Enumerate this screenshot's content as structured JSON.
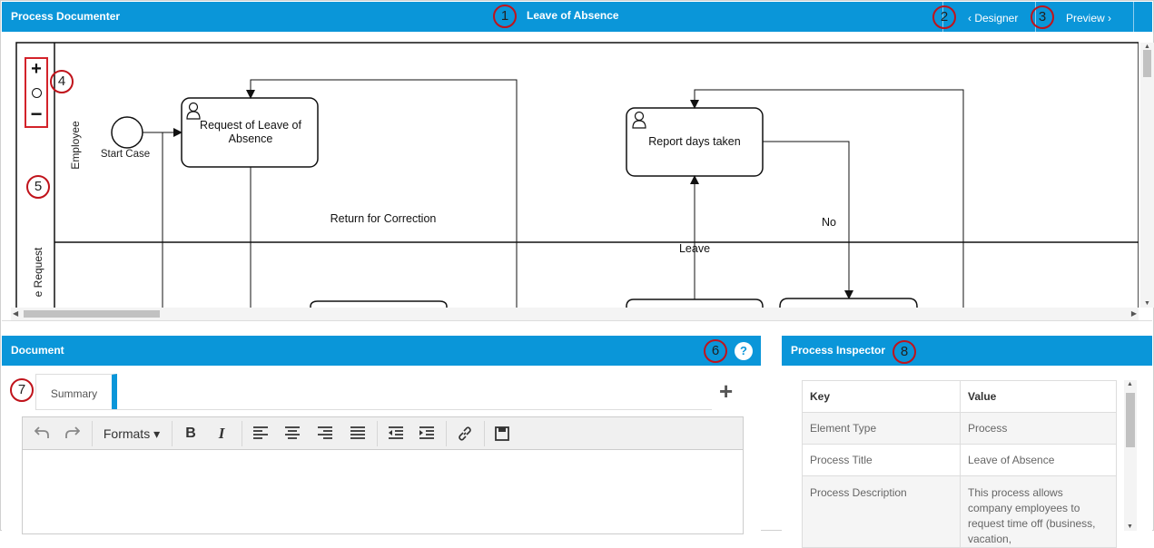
{
  "app": {
    "title": "Process Documenter",
    "process_title": "Leave of Absence"
  },
  "nav": {
    "designer_label": "‹ Designer",
    "preview_label": "Preview ›"
  },
  "callouts": [
    "1",
    "2",
    "3",
    "4",
    "5",
    "6",
    "7",
    "8"
  ],
  "diagram": {
    "lanes": [
      "Employee",
      "e Request"
    ],
    "start_event_label": "Start Case",
    "tasks": {
      "request_leave": "Request of Leave of Absence",
      "report_days": "Report days taken"
    },
    "flow_labels": {
      "return": "Return for Correction",
      "no": "No",
      "leave": "Leave"
    },
    "zoom_controls": [
      "zoom-in",
      "reset",
      "zoom-out"
    ]
  },
  "document": {
    "header": "Document",
    "help_label": "?",
    "tabs": [
      {
        "label": "Summary"
      }
    ],
    "add_tab_label": "+",
    "toolbar": {
      "formats_label": "Formats",
      "bold_label": "B",
      "italic_label": "I",
      "icons": [
        "undo-icon",
        "redo-icon",
        "align-left-icon",
        "align-center-icon",
        "align-right-icon",
        "align-justify-icon",
        "outdent-icon",
        "indent-icon",
        "link-icon",
        "save-icon"
      ]
    }
  },
  "inspector": {
    "header": "Process Inspector",
    "columns": [
      "Key",
      "Value"
    ],
    "rows": [
      {
        "key": "Element Type",
        "value": "Process"
      },
      {
        "key": "Process Title",
        "value": "Leave of Absence"
      },
      {
        "key": "Process Description",
        "value": "This process allows company employees to request time off (business, vacation,"
      }
    ]
  },
  "colors": {
    "header_blue": "#0a96d9",
    "callout_red": "#c0131b"
  }
}
